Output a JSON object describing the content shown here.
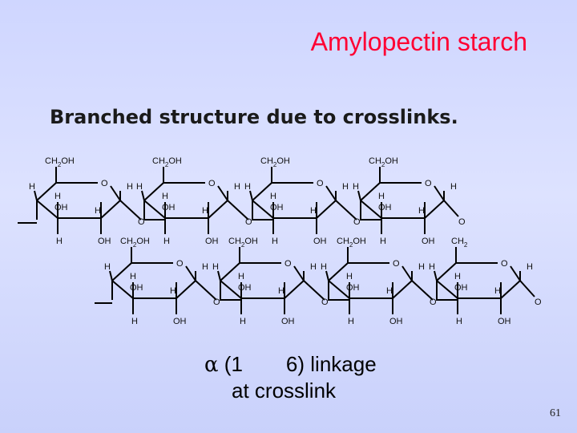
{
  "slide": {
    "title": "Amylopectin starch",
    "subtitle": "Branched structure due to crosslinks.",
    "caption_alpha": "α",
    "caption_open": "(1",
    "caption_close": "6) linkage",
    "caption_line2": "at crosslink",
    "page_number": "61"
  },
  "structure": {
    "ring_oxygen": "O",
    "bridge_oxygen": "O",
    "hydrogen": "H",
    "hydroxyl": "OH",
    "ch2oh_ch": "CH",
    "ch2oh_sub": "2",
    "ch2oh_oh": "OH",
    "ch2_ch": "CH",
    "ch2_sub": "2"
  },
  "colors": {
    "title": "#ff0033",
    "text": "#000000",
    "background": "#d6dcff"
  }
}
